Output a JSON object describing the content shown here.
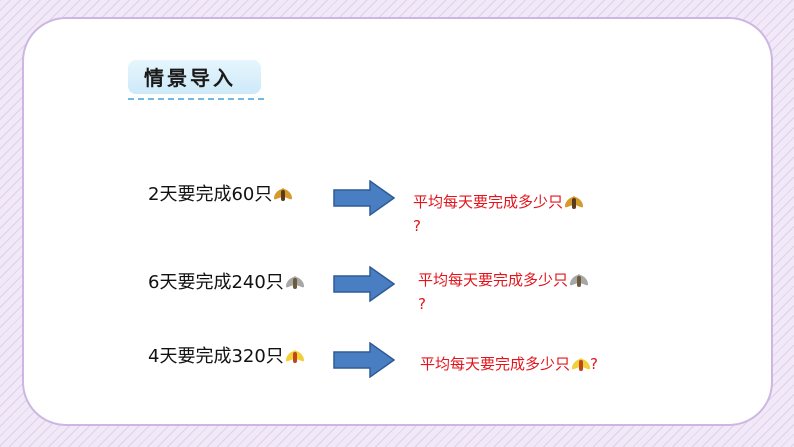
{
  "slide": {
    "title": "情景导入",
    "rows": [
      {
        "left_text": "2天要完成60只",
        "icon": "gold-insect-icon",
        "question_line1": "平均每天要完成多少只",
        "question_line2": "?"
      },
      {
        "left_text": "6天要完成240只",
        "icon": "gray-insect-icon",
        "question_line1": "平均每天要完成多少只",
        "question_line2": "?"
      },
      {
        "left_text": "4天要完成320只",
        "icon": "yellow-insect-icon",
        "question_line1": "平均每天要完成多少只",
        "question_line2": "?"
      }
    ]
  },
  "colors": {
    "question_text": "#e3141b",
    "arrow_fill": "#4a7ec2",
    "arrow_stroke": "#2f5b96",
    "card_border": "#cdb7e2",
    "title_underline": "#74b8e4"
  }
}
